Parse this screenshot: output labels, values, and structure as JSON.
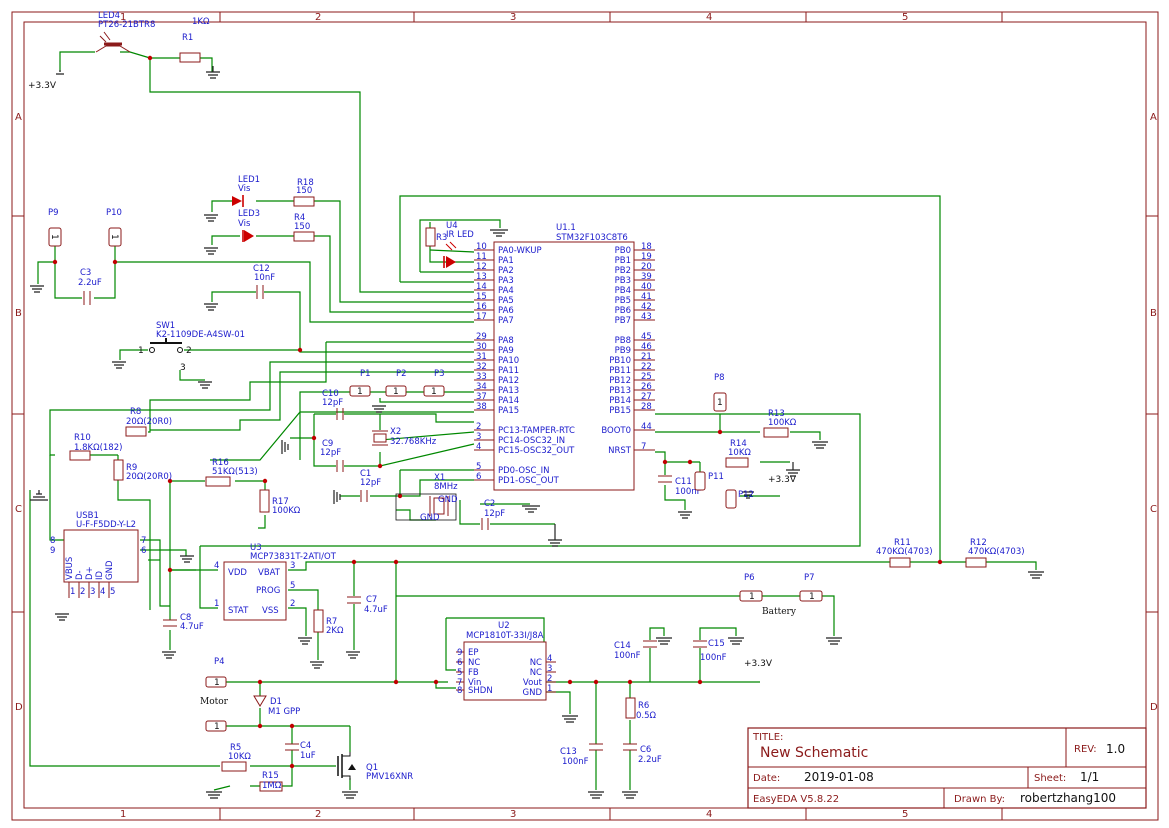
{
  "frame": {
    "columns": [
      "1",
      "2",
      "3",
      "4",
      "5"
    ],
    "rows": [
      "A",
      "B",
      "C",
      "D"
    ]
  },
  "title_block": {
    "title_label": "TITLE:",
    "title_value": "New Schematic",
    "rev_label": "REV:",
    "rev_value": "1.0",
    "date_label": "Date:",
    "date_value": "2019-01-08",
    "sheet_label": "Sheet:",
    "sheet_value": "1/1",
    "tool": "EasyEDA V5.8.22",
    "drawn_label": "Drawn By:",
    "drawn_value": "robertzhang100"
  },
  "mcu": {
    "ref": "U1.1",
    "part": "STM32F103C8T6",
    "left_pins": [
      {
        "num": "10",
        "name": "PA0-WKUP"
      },
      {
        "num": "11",
        "name": "PA1"
      },
      {
        "num": "12",
        "name": "PA2"
      },
      {
        "num": "13",
        "name": "PA3"
      },
      {
        "num": "14",
        "name": "PA4"
      },
      {
        "num": "15",
        "name": "PA5"
      },
      {
        "num": "16",
        "name": "PA6"
      },
      {
        "num": "17",
        "name": "PA7"
      },
      {
        "num": "29",
        "name": "PA8"
      },
      {
        "num": "30",
        "name": "PA9"
      },
      {
        "num": "31",
        "name": "PA10"
      },
      {
        "num": "32",
        "name": "PA11"
      },
      {
        "num": "33",
        "name": "PA12"
      },
      {
        "num": "34",
        "name": "PA13"
      },
      {
        "num": "37",
        "name": "PA14"
      },
      {
        "num": "38",
        "name": "PA15"
      },
      {
        "num": "2",
        "name": "PC13-TAMPER-RTC"
      },
      {
        "num": "3",
        "name": "PC14-OSC32_IN"
      },
      {
        "num": "4",
        "name": "PC15-OSC32_OUT"
      },
      {
        "num": "5",
        "name": "PD0-OSC_IN"
      },
      {
        "num": "6",
        "name": "PD1-OSC_OUT"
      }
    ],
    "right_pins": [
      {
        "num": "18",
        "name": "PB0"
      },
      {
        "num": "19",
        "name": "PB1"
      },
      {
        "num": "20",
        "name": "PB2"
      },
      {
        "num": "39",
        "name": "PB3"
      },
      {
        "num": "40",
        "name": "PB4"
      },
      {
        "num": "41",
        "name": "PB5"
      },
      {
        "num": "42",
        "name": "PB6"
      },
      {
        "num": "43",
        "name": "PB7"
      },
      {
        "num": "45",
        "name": "PB8"
      },
      {
        "num": "46",
        "name": "PB9"
      },
      {
        "num": "21",
        "name": "PB10"
      },
      {
        "num": "22",
        "name": "PB11"
      },
      {
        "num": "25",
        "name": "PB12"
      },
      {
        "num": "26",
        "name": "PB13"
      },
      {
        "num": "27",
        "name": "PB14"
      },
      {
        "num": "28",
        "name": "PB15"
      },
      {
        "num": "44",
        "name": "BOOT0"
      },
      {
        "num": "7",
        "name": "NRST"
      }
    ]
  },
  "charger": {
    "ref": "U3",
    "part": "MCP73831T-2ATI/OT",
    "pins": [
      {
        "num": "4",
        "name": "VDD"
      },
      {
        "num": "1",
        "name": "STAT"
      },
      {
        "num": "3",
        "name": "VBAT"
      },
      {
        "num": "5",
        "name": "PROG"
      },
      {
        "num": "2",
        "name": "VSS"
      }
    ]
  },
  "regulator": {
    "ref": "U2",
    "part": "MCP1810T-33I/J8A",
    "left_pins": [
      {
        "num": "9",
        "name": "EP"
      },
      {
        "num": "6",
        "name": "NC"
      },
      {
        "num": "5",
        "name": "FB"
      },
      {
        "num": "7",
        "name": "Vin"
      },
      {
        "num": "8",
        "name": "SHDN"
      }
    ],
    "right_pins": [
      {
        "num": "4",
        "name": "NC"
      },
      {
        "num": "3",
        "name": "NC"
      },
      {
        "num": "2",
        "name": "Vout"
      },
      {
        "num": "1",
        "name": "GND"
      }
    ]
  },
  "usb": {
    "ref": "USB1",
    "part": "U-F-F5DD-Y-L2",
    "pin_labels": [
      "VBUS",
      "D-",
      "D+",
      "ID",
      "GND"
    ],
    "pin_nums": [
      "8",
      "9",
      "7",
      "6"
    ],
    "bottom_nums": [
      "1",
      "2",
      "3",
      "4",
      "5"
    ]
  },
  "ir": {
    "ref": "U4",
    "value": "IR LED"
  },
  "labels": {
    "led4_ref": "LED4",
    "led4_part": "PT26-21BTR8",
    "r1_value": "1KΩ",
    "r1_ref": "R1",
    "v33_top": "+3.3V",
    "led1_ref": "LED1",
    "led1_val": "Vis",
    "led3_ref": "LED3",
    "led3_val": "Vis",
    "r18_ref": "R18",
    "r18_val": "150",
    "r4_ref": "R4",
    "r4_val": "150",
    "r3_ref": "R3",
    "p9": "P9",
    "p10": "P10",
    "c3_ref": "C3",
    "c3_val": "2.2uF",
    "c12_ref": "C12",
    "c12_val": "10nF",
    "sw1_ref": "SW1",
    "sw1_part": "K2-1109DE-A4SW-01",
    "sw_pin1": "1",
    "sw_pin2": "2",
    "sw_pin3": "3",
    "p1": "P1",
    "p2": "P2",
    "p3": "P3",
    "c10_ref": "C10",
    "c10_val": "12pF",
    "c9_ref": "C9",
    "c9_val": "12pF",
    "x2_ref": "X2",
    "x2_val": "32.768KHz",
    "c1_ref": "C1",
    "c1_val": "12pF",
    "x1_ref": "X1",
    "x1_val": "8MHz",
    "x1_gnd_a": "GND",
    "x1_gnd_b": "GND",
    "c2_ref": "C2",
    "c2_val": "12pF",
    "r8_ref": "R8",
    "r8_val": "20Ω(20R0)",
    "r10_ref": "R10",
    "r10_val": "1.8KΩ(182)",
    "r9_ref": "R9",
    "r9_val": "20Ω(20R0)",
    "r16_ref": "R16",
    "r16_val": "51KΩ(513)",
    "r17_ref": "R17",
    "r17_val": "100KΩ",
    "p8": "P8",
    "r13_ref": "R13",
    "r13_val": "100KΩ",
    "r14_ref": "R14",
    "r14_val": "10KΩ",
    "v33_nrst": "+3.3V",
    "c11_ref": "C11",
    "c11_val": "100nF",
    "p11": "P11",
    "p12": "P12",
    "r11_ref": "R11",
    "r11_val": "470KΩ(4703)",
    "r12_ref": "R12",
    "r12_val": "470KΩ(4703)",
    "p6": "P6",
    "p7": "P7",
    "battery": "Battery",
    "c7_ref": "C7",
    "c7_val": "4.7uF",
    "r7_ref": "R7",
    "r7_val": "2KΩ",
    "c8_ref": "C8",
    "c8_val": "4.7uF",
    "c14_ref": "C14",
    "c14_val": "100nF",
    "c15_ref": "C15",
    "c15_val": "100nF",
    "v33_out": "+3.3V",
    "r6_ref": "R6",
    "r6_val": "0.5Ω",
    "c13_ref": "C13",
    "c13_val": "100nF",
    "c6_ref": "C6",
    "c6_val": "2.2uF",
    "p4": "P4",
    "motor": "Motor",
    "d1_ref": "D1",
    "d1_val": "M1 GPP",
    "c4_ref": "C4",
    "c4_val": "1uF",
    "r5_ref": "R5",
    "r5_val": "10KΩ",
    "q1_ref": "Q1",
    "q1_val": "PMV16XNR",
    "r15_ref": "R15",
    "r15_val": "1MΩ",
    "hdr_pin": "1"
  },
  "colors": {
    "frame": "#8b1a1a",
    "wire": "#008800",
    "pin_text": "#1a1acc",
    "junction": "#c00000"
  }
}
